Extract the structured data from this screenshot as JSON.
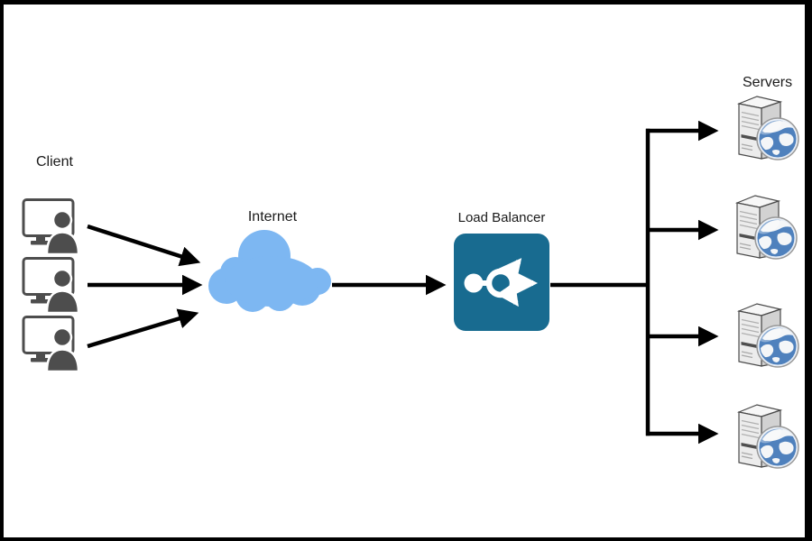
{
  "window": {
    "type": "network-architecture-diagram",
    "background": "#ffffff",
    "frame_color": "#000000"
  },
  "labels": {
    "client": "Client",
    "internet": "Internet",
    "load_balancer": "Load Balancer",
    "servers": "Servers"
  },
  "colors": {
    "arrow": "#000000",
    "cloud_fill": "#7db7f2",
    "load_balancer_fill": "#186b90",
    "load_balancer_icon": "#ffffff",
    "client_icon": "#4d4d4d",
    "server_front": "#ececec",
    "server_side": "#d2d2d2",
    "server_top": "#f7f7f7",
    "globe_sea": "#4f81bd",
    "text": "#1a1a1a"
  },
  "nodes": {
    "clients": [
      {
        "id": "client-1"
      },
      {
        "id": "client-2"
      },
      {
        "id": "client-3"
      }
    ],
    "internet": {
      "id": "internet"
    },
    "load_balancer": {
      "id": "load-balancer"
    },
    "servers": [
      {
        "id": "server-1"
      },
      {
        "id": "server-2"
      },
      {
        "id": "server-3"
      },
      {
        "id": "server-4"
      }
    ]
  },
  "connections": [
    {
      "from": "client-1",
      "to": "internet",
      "arrow": true
    },
    {
      "from": "client-2",
      "to": "internet",
      "arrow": true
    },
    {
      "from": "client-3",
      "to": "internet",
      "arrow": true
    },
    {
      "from": "internet",
      "to": "load-balancer",
      "arrow": true
    },
    {
      "from": "load-balancer",
      "to": "server-1",
      "arrow": true
    },
    {
      "from": "load-balancer",
      "to": "server-2",
      "arrow": true
    },
    {
      "from": "load-balancer",
      "to": "server-3",
      "arrow": true
    },
    {
      "from": "load-balancer",
      "to": "server-4",
      "arrow": true
    }
  ]
}
